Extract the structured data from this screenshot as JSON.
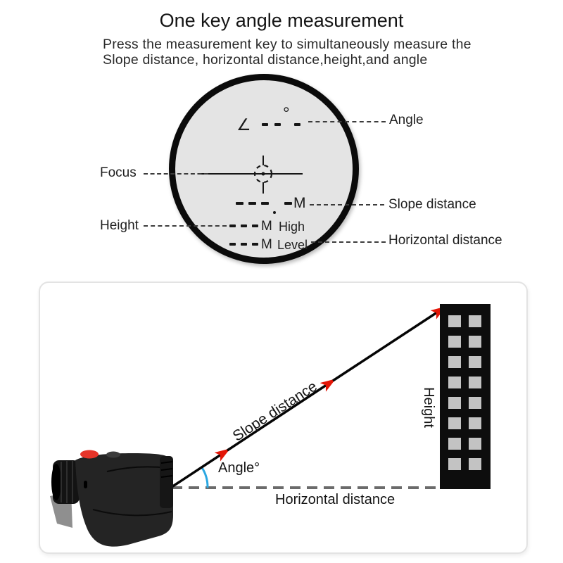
{
  "header": {
    "title": "One key angle measurement",
    "subtitle_line1": "Press the measurement key to simultaneously measure the",
    "subtitle_line2": "Slope distance, horizontal distance,height,and angle"
  },
  "viewfinder": {
    "angle_symbol": "∠",
    "degree_symbol": "°",
    "slope_unit": "M",
    "height_unit": "M",
    "height_mode": "High",
    "level_unit": "M",
    "level_mode": "Level",
    "labels": {
      "angle": "Angle",
      "focus": "Focus",
      "slope": "Slope distance",
      "height": "Height",
      "horizontal": "Horizontal distance"
    }
  },
  "diagram": {
    "slope_label": "Slope distance",
    "angle_label": "Angle°",
    "height_label": "Height",
    "horizontal_label": "Horizontal distance"
  },
  "colors": {
    "arrow_red": "#e31607",
    "arc_blue": "#2aa7e2",
    "reticle_bg": "#e4e4e4",
    "ring_black": "#0b0b0b",
    "building_black": "#0d0d0d",
    "window_gray": "#c3c3c3",
    "device_body": "#242424",
    "button_red": "#e63429",
    "dashed_line_gray": "#6b6b6b",
    "panel_border": "#e3e3e3"
  }
}
